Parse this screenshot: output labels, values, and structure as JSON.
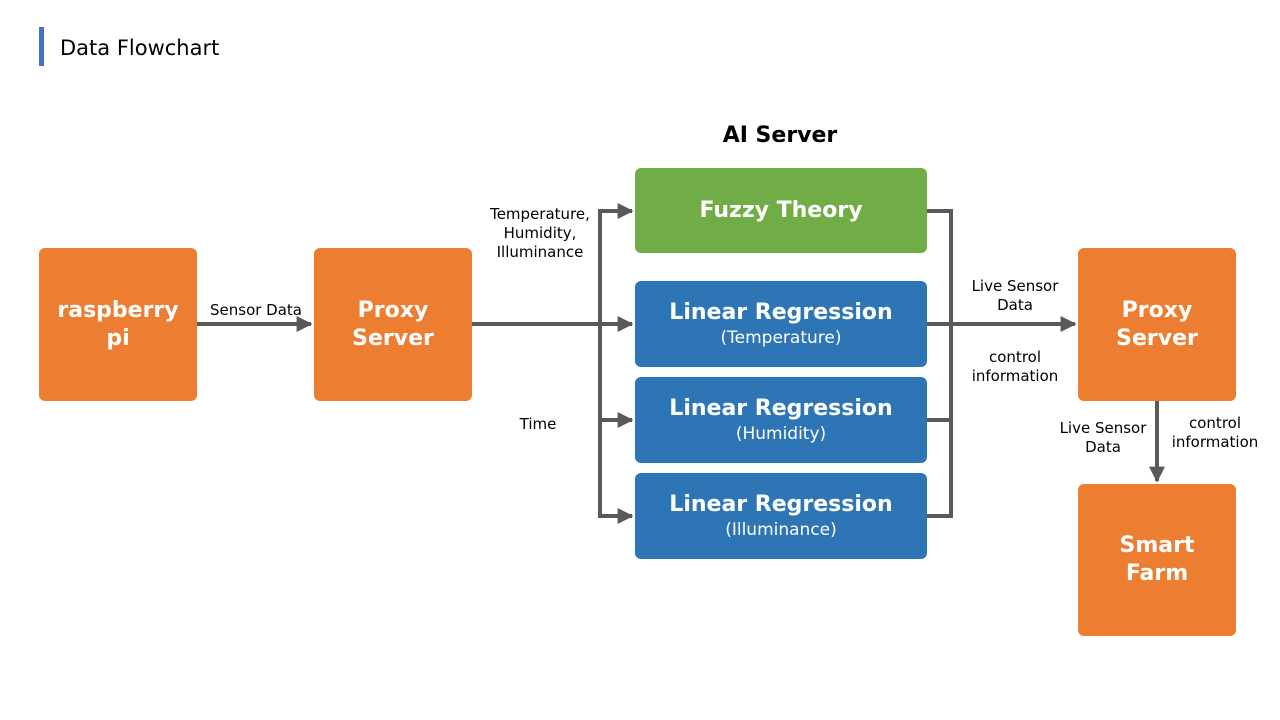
{
  "header": {
    "title": "Data  Flowchart"
  },
  "ai_server": {
    "title": "AI Server"
  },
  "nodes": {
    "raspberry_pi": {
      "label": "raspberry\npi"
    },
    "proxy_server_left": {
      "label": "Proxy\nServer"
    },
    "fuzzy_theory": {
      "label": "Fuzzy Theory"
    },
    "lr_temperature": {
      "label": "Linear Regression",
      "sub": "(Temperature)"
    },
    "lr_humidity": {
      "label": "Linear Regression",
      "sub": "(Humidity)"
    },
    "lr_illuminance": {
      "label": "Linear Regression",
      "sub": "(Illuminance)"
    },
    "proxy_server_right": {
      "label": "Proxy\nServer"
    },
    "smart_farm": {
      "label": "Smart\nFarm"
    }
  },
  "edge_labels": {
    "sensor_data": "Sensor Data",
    "env_inputs": "Temperature,\nHumidity,\nIlluminance",
    "time": "Time",
    "live_sensor_data_right": "Live Sensor\nData",
    "control_information_right": "control\ninformation",
    "live_sensor_data_down": "Live Sensor\nData",
    "control_information_down": "control\ninformation"
  },
  "colors": {
    "orange": "#ed7d31",
    "green": "#70ad47",
    "blue": "#2e75b6",
    "accent_bar": "#4472c4",
    "connector": "#595959"
  }
}
